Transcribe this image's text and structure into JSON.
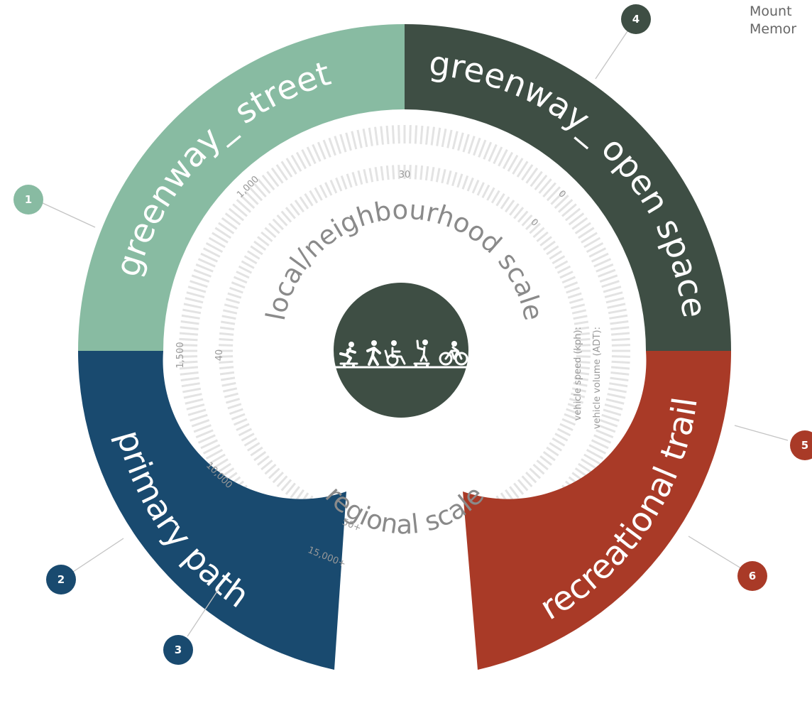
{
  "corner_note": {
    "line1": "Mount",
    "line2": "Memor"
  },
  "segments": [
    {
      "id": "greenway-street",
      "label": "greenway_ street",
      "color": "#88bba2"
    },
    {
      "id": "greenway-open-space",
      "label": "greenway_ open space",
      "color": "#3e4e44"
    },
    {
      "id": "primary-path",
      "label": "primary path",
      "color": "#194a6f"
    },
    {
      "id": "recreational-trail",
      "label": "recreational trail",
      "color": "#a93a27"
    }
  ],
  "inner_labels": {
    "top": "local/neighbourhood scale",
    "bottom": "regional scale"
  },
  "scales": {
    "vehicle_speed": {
      "label": "vehicle speed (kph):",
      "values": [
        "0",
        "30",
        "40",
        "50+"
      ]
    },
    "vehicle_volume": {
      "label": "vehicle volume (ADT):",
      "values": [
        "0",
        "1,000",
        "1,500",
        "10,000",
        "15,000+"
      ]
    }
  },
  "center": {
    "color": "#3e4e44",
    "icons": [
      "skateboard-icon",
      "pedestrian-icon",
      "wheelchair-icon",
      "scooter-icon",
      "bicycle-icon"
    ]
  },
  "markers": [
    {
      "number": "1",
      "color": "#88bba2"
    },
    {
      "number": "2",
      "color": "#194a6f"
    },
    {
      "number": "3",
      "color": "#194a6f"
    },
    {
      "number": "4",
      "color": "#3e4e44"
    },
    {
      "number": "5",
      "color": "#a93a27"
    },
    {
      "number": "6",
      "color": "#a93a27"
    }
  ],
  "tick_color": "#e3e3e3"
}
